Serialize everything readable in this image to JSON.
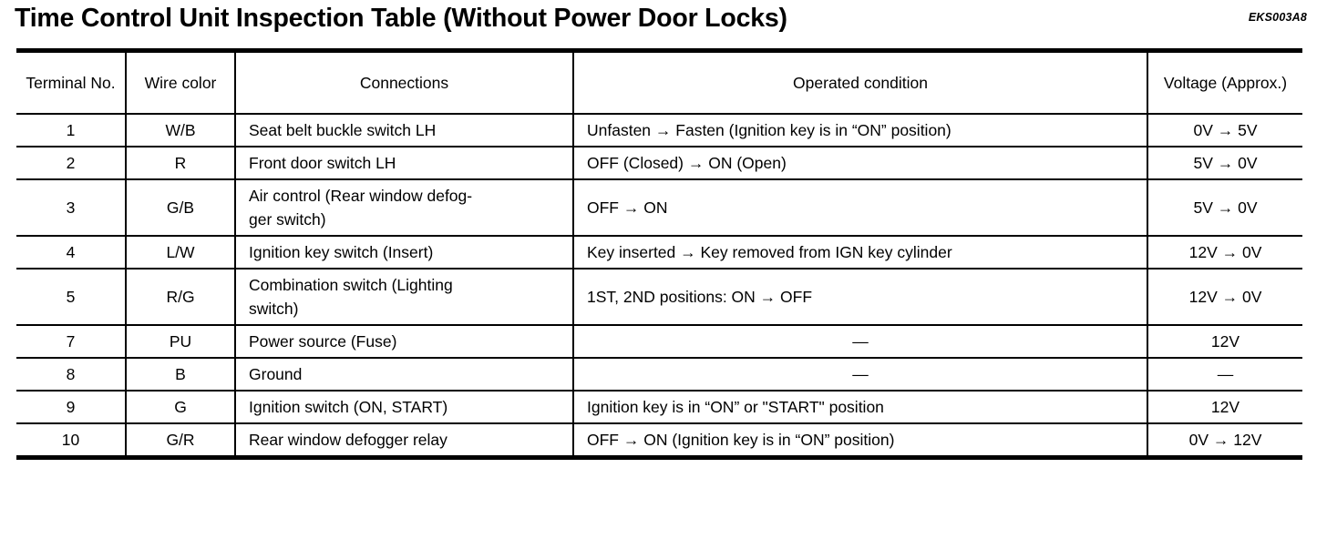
{
  "document": {
    "title": "Time Control Unit Inspection Table (Without Power Door Locks)",
    "reference_code": "EKS003A8"
  },
  "table": {
    "columns": [
      {
        "key": "terminal",
        "label": "Terminal\nNo.",
        "label_line1": "Terminal",
        "label_line2": "No."
      },
      {
        "key": "wire",
        "label": "Wire\ncolor",
        "label_line1": "Wire",
        "label_line2": "color"
      },
      {
        "key": "connections",
        "label": "Connections",
        "label_line1": "Connections",
        "label_line2": ""
      },
      {
        "key": "condition",
        "label": "Operated condition",
        "label_line1": "Operated condition",
        "label_line2": ""
      },
      {
        "key": "voltage",
        "label": "Voltage\n(Approx.)",
        "label_line1": "Voltage",
        "label_line2": "(Approx.)"
      }
    ],
    "rows": [
      {
        "terminal": "1",
        "wire": "W/B",
        "connections_line1": "Seat belt buckle switch LH",
        "connections_line2": "",
        "condition": "Unfasten → Fasten (Ignition key is in “ON” position)",
        "voltage": "0V → 5V"
      },
      {
        "terminal": "2",
        "wire": "R",
        "connections_line1": "Front door switch LH",
        "connections_line2": "",
        "condition": "OFF (Closed) → ON (Open)",
        "voltage": "5V → 0V"
      },
      {
        "terminal": "3",
        "wire": "G/B",
        "connections_line1": "Air control (Rear window defog-",
        "connections_line2": "ger switch)",
        "condition": "OFF → ON",
        "voltage": "5V → 0V"
      },
      {
        "terminal": "4",
        "wire": "L/W",
        "connections_line1": "Ignition key switch (Insert)",
        "connections_line2": "",
        "condition": "Key inserted → Key removed from IGN key cylinder",
        "voltage": "12V → 0V"
      },
      {
        "terminal": "5",
        "wire": "R/G",
        "connections_line1": "Combination switch (Lighting",
        "connections_line2": "switch)",
        "condition": "1ST, 2ND positions: ON → OFF",
        "voltage": "12V → 0V"
      },
      {
        "terminal": "7",
        "wire": "PU",
        "connections_line1": "Power source (Fuse)",
        "connections_line2": "",
        "condition": "—",
        "voltage": "12V"
      },
      {
        "terminal": "8",
        "wire": "B",
        "connections_line1": "Ground",
        "connections_line2": "",
        "condition": "—",
        "voltage": "—"
      },
      {
        "terminal": "9",
        "wire": "G",
        "connections_line1": "Ignition switch (ON, START)",
        "connections_line2": "",
        "condition": "Ignition key is in “ON” or \"START\" position",
        "voltage": "12V"
      },
      {
        "terminal": "10",
        "wire": "G/R",
        "connections_line1": "Rear window defogger relay",
        "connections_line2": "",
        "condition": "OFF → ON (Ignition key is in “ON” position)",
        "voltage": "0V → 12V"
      }
    ]
  }
}
